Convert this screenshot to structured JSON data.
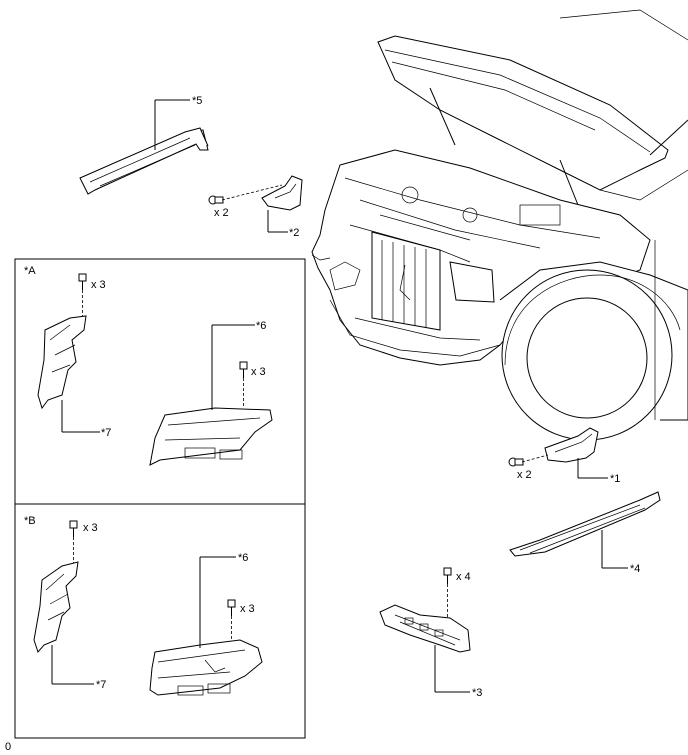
{
  "callouts": {
    "p5": "*5",
    "p2": "*2",
    "p1": "*1",
    "p4": "*4",
    "p3": "*3",
    "p6a": "*6",
    "p7a": "*7",
    "p6b": "*6",
    "p7b": "*7"
  },
  "quantities": {
    "clip_p2": "x 2",
    "bolt_a_top": "x 3",
    "bolt_a_lamp": "x 3",
    "bolt_b_top": "x 3",
    "bolt_b_lamp": "x 3",
    "clip_p1": "x 2",
    "bolt_p3": "x 4"
  },
  "panels": {
    "a_label": "*A",
    "b_label": "*B"
  },
  "footer_code": "0"
}
